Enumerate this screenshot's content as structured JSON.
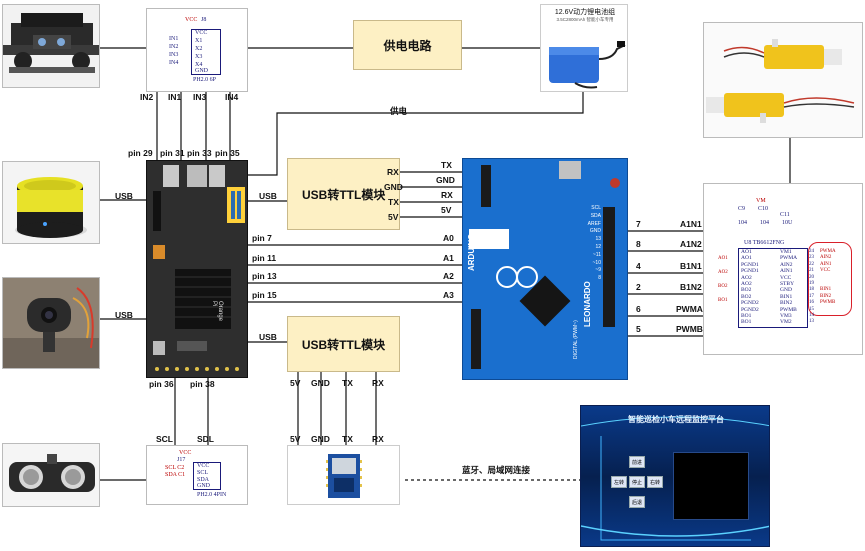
{
  "modules": {
    "power_circuit": "供电电路",
    "usb_ttl_top": "USB转TTL模块",
    "usb_ttl_bottom": "USB转TTL模块"
  },
  "battery": {
    "title": "12.6V动力锂电池组",
    "subtitle": "3.5C2800mAh 智能小车专用"
  },
  "labels": {
    "in2": "IN2",
    "in1": "IN1",
    "in3": "IN3",
    "in4": "IN4",
    "pin29": "pin 29",
    "pin31": "pin 31",
    "pin33": "pin 33",
    "pin35": "pin 35",
    "power_line": "供电",
    "usb_speaker": "USB",
    "usb_camera": "USB",
    "usb_ttl1": "USB",
    "usb_ttl2": "USB",
    "pin7": "pin 7",
    "pin11": "pin 11",
    "pin13": "pin 13",
    "pin15": "pin 15",
    "a0": "A0",
    "a1": "A1",
    "a2": "A2",
    "a3": "A3",
    "pin36": "pin 36",
    "pin38": "pin 38",
    "scl": "SCL",
    "sdl": "SDL",
    "ttl_rx": "RX",
    "ttl_gnd": "GND",
    "ttl_tx": "TX",
    "ttl_5v": "5V",
    "ard_tx": "TX",
    "ard_gnd": "GND",
    "ard_rx": "RX",
    "ard_5v": "5V",
    "b5v": "5V",
    "bgnd": "GND",
    "btx": "TX",
    "brx": "RX",
    "c5v": "5V",
    "cgnd": "GND",
    "ctx": "TX",
    "crx": "RX",
    "p7": "7",
    "p8": "8",
    "p4": "4",
    "p2": "2",
    "p6": "6",
    "p5": "5",
    "a1n1": "A1N1",
    "a1n2": "A1N2",
    "b1n1": "B1N1",
    "b1n2": "B1N2",
    "pwma": "PWMA",
    "pwmb": "PWMB",
    "bt_link": "蓝牙、局域网连接"
  },
  "schematic_top": {
    "vcc": "VCC",
    "ref": "J8",
    "pins_left": [
      "IN1",
      "IN2",
      "IN3",
      "IN4"
    ],
    "pins_right": [
      "VCC",
      "X1",
      "X2",
      "X3",
      "X4",
      "GND"
    ],
    "part": "PH2.0 6P"
  },
  "schematic_bottom": {
    "vcc": "VCC",
    "ref": "J17",
    "pins_left": [
      "SCL C2",
      "SDA C1"
    ],
    "pins_right": [
      "VCC",
      "SCL",
      "SDA",
      "GND"
    ],
    "part": "PH2.0 4PIN"
  },
  "driver": {
    "chip": "U8  TB6612FNG",
    "vm": "VM",
    "caps": [
      "C9",
      "C10",
      "C11"
    ],
    "cap_values": [
      "104",
      "104",
      "10U"
    ],
    "left_pins": [
      "AO1",
      "AO1",
      "PGND1",
      "PGND1",
      "AO2",
      "AO2",
      "BO2",
      "BO2",
      "PGND2",
      "PGND2",
      "BO1",
      "BO1"
    ],
    "right_pins": [
      "VM1",
      "PWMA",
      "AIN2",
      "AIN1",
      "VCC",
      "STBY",
      "GND",
      "BIN1",
      "BIN2",
      "PWMB",
      "VM3",
      "VM2"
    ],
    "pin_nums": [
      "24",
      "23",
      "22",
      "21",
      "20",
      "19",
      "18",
      "17",
      "16",
      "15",
      "14",
      "13"
    ],
    "net_labels": [
      "PWMA",
      "AIN2",
      "AIN1",
      "VCC",
      "BIN1",
      "BIN2",
      "PWMB"
    ],
    "side_labels": [
      "AO1",
      "AO2",
      "BO2",
      "BO1"
    ]
  },
  "arduino": {
    "brand": "ARDUINO",
    "model": "LEONARDO",
    "digital": "DIGITAL (PWM~)",
    "labels": [
      "SCL",
      "SDA",
      "AREF",
      "GND",
      "13",
      "12",
      "~11",
      "~10",
      "~9",
      "8"
    ]
  },
  "orange_pi": {
    "brand": "Orange Pi"
  },
  "platform": {
    "title": "智能巡检小车远程监控平台",
    "buttons": [
      "前进",
      "左转",
      "停止",
      "右转",
      "后退"
    ]
  },
  "colors": {
    "yellow_fill": "#fdf0c4",
    "arduino_blue": "#1769c7",
    "driver_red": "#d9202a",
    "schematic_ink": "#1a1a7a"
  }
}
